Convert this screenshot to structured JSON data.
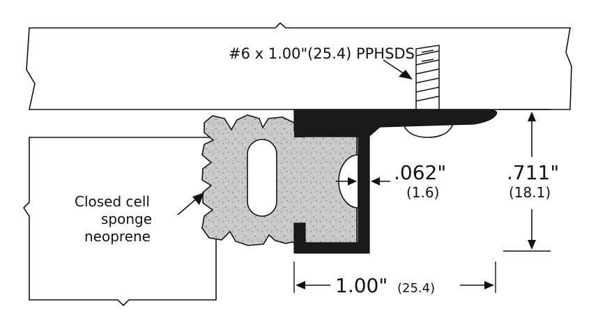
{
  "screw_label": "#6 x 1.00\"(25.4) PPHSDS",
  "material_label": {
    "line1": "Closed cell",
    "line2": "sponge",
    "line3": "neoprene"
  },
  "dim_thickness": {
    "inch": ".062\"",
    "mm": "(1.6)"
  },
  "dim_height": {
    "inch": ".711\"",
    "mm": "(18.1)"
  },
  "dim_width": {
    "inch": "1.00\"",
    "mm": "(25.4)"
  },
  "colors": {
    "line": "#111111",
    "extrusion": "#1a1a1a",
    "sponge": "#c9c9c9",
    "background": "#ffffff"
  }
}
